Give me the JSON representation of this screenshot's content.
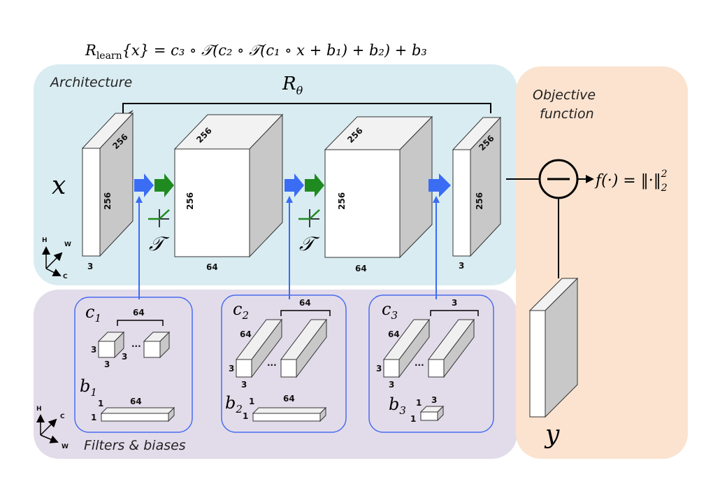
{
  "colors": {
    "architecture_bg": "#d9ecf2",
    "filters_bg": "#e2dcea",
    "objective_bg": "#fbe3cf",
    "blue_arrow": "#3a6cf4",
    "green_arrow": "#1f8a1f",
    "box_blue": "#4a6cf0"
  },
  "equation": {
    "lhs": "R",
    "lhs_sub": "learn",
    "rhs": "{x} = c₃ ∘ 𝒯(c₂ ∘ 𝒯(c₁ ∘ x + b₁) + b₂) + b₃"
  },
  "architecture": {
    "title": "Architecture",
    "r_theta": "R",
    "r_theta_sub": "θ",
    "input_label": "x",
    "tensors": [
      {
        "depth_label": "256",
        "height_label": "256",
        "width_label": "3"
      },
      {
        "depth_label": "256",
        "height_label": "256",
        "width_label": "64"
      },
      {
        "depth_label": "256",
        "height_label": "256",
        "width_label": "64"
      },
      {
        "depth_label": "256",
        "height_label": "256",
        "width_label": "3"
      }
    ],
    "activation_label": "𝒯",
    "axes": {
      "h": "H",
      "w": "W",
      "c": "C"
    }
  },
  "filters": {
    "title": "Filters & biases",
    "axes": {
      "h": "H",
      "c": "C",
      "w": "W"
    },
    "groups": [
      {
        "filter_name": "c",
        "filter_sub": "1",
        "count": "64",
        "fh": "3",
        "fw": "3",
        "fc": "3",
        "bias_name": "b",
        "bias_sub": "1",
        "bias_h": "1",
        "bias_w": "1",
        "bias_len": "64",
        "dots": "..."
      },
      {
        "filter_name": "c",
        "filter_sub": "2",
        "count": "64",
        "fh": "3",
        "fw": "3",
        "fc": "64",
        "bias_name": "b",
        "bias_sub": "2",
        "bias_h": "1",
        "bias_w": "1",
        "bias_len": "64",
        "dots": "..."
      },
      {
        "filter_name": "c",
        "filter_sub": "3",
        "count": "3",
        "fh": "3",
        "fw": "3",
        "fc": "64",
        "bias_name": "b",
        "bias_sub": "3",
        "bias_h": "1",
        "bias_w": "1",
        "bias_len": "3",
        "dots": "..."
      }
    ]
  },
  "objective": {
    "title_line1": "Objective",
    "title_line2": "function",
    "formula": "f(·) = ‖·‖",
    "formula_sub": "2",
    "formula_sup": "2",
    "target_label": "y"
  }
}
